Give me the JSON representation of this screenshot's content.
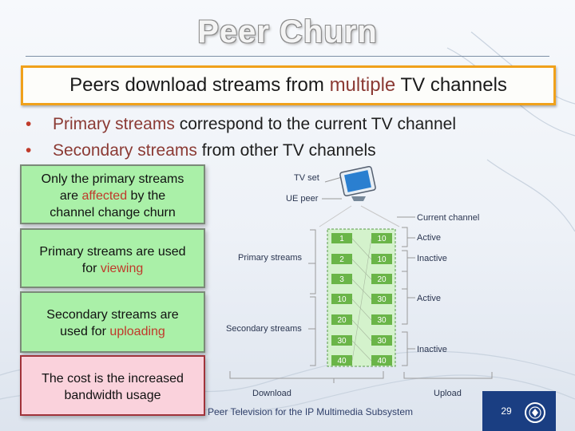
{
  "slide": {
    "title": "Peer Churn",
    "banner": {
      "before": "Peers download streams from ",
      "highlight": "multiple",
      "after": " TV channels"
    },
    "bullets": [
      {
        "highlight": "Primary streams",
        "rest": " correspond to the current TV channel"
      },
      {
        "highlight": "Secondary streams",
        "rest": " from other TV channels"
      }
    ],
    "notes": [
      {
        "line1": "Only the primary streams",
        "pre": "are ",
        "red": "affected",
        "post": " by the",
        "line3": "channel change churn"
      },
      {
        "line1": "Primary streams are used",
        "pre": "for ",
        "red": "viewing",
        "post": ""
      },
      {
        "line1": "Secondary streams are",
        "pre": "used for ",
        "red": "uploading",
        "post": ""
      },
      {
        "line1": "The cost is the increased",
        "line2": "bandwidth usage"
      }
    ]
  },
  "diagram": {
    "labels": {
      "tv_set": "TV set",
      "ue_peer": "UE peer",
      "current_channel": "Current channel",
      "primary_streams": "Primary streams",
      "secondary_streams": "Secondary streams",
      "active": "Active",
      "inactive": "Inactive",
      "download": "Download",
      "upload": "Upload"
    },
    "download_values": [
      "1",
      "2",
      "3",
      "10",
      "20",
      "30",
      "40"
    ],
    "upload_values": [
      "10",
      "10",
      "20",
      "30",
      "30",
      "30",
      "40"
    ],
    "colors": {
      "cell": "#6ab548",
      "column": "#c9eec0"
    }
  },
  "footer": {
    "text": "Peer Television for the IP Multimedia Subsystem",
    "page_number": "29"
  }
}
